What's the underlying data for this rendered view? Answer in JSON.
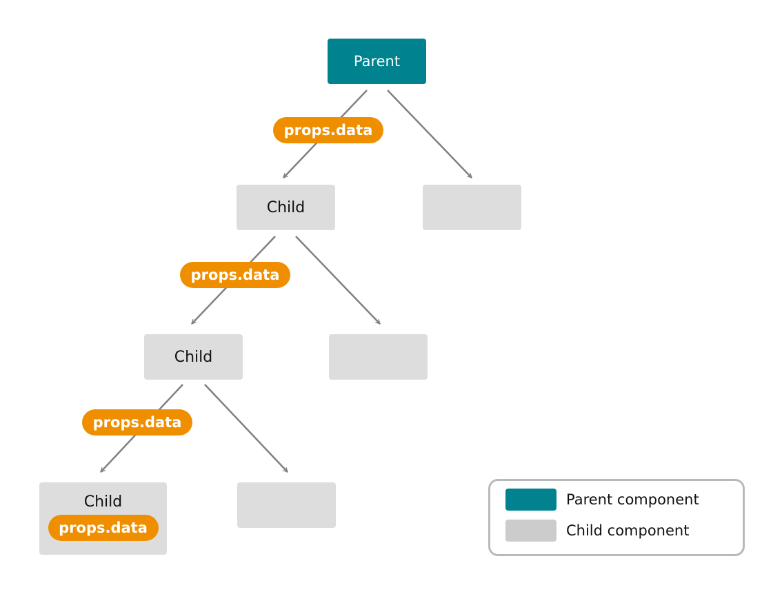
{
  "nodes": {
    "parent": {
      "label": "Parent"
    },
    "child_level1": {
      "label": "Child"
    },
    "child_level2": {
      "label": "Child"
    },
    "child_level3": {
      "label": "Child",
      "prop": "props.data"
    }
  },
  "edge_labels": {
    "level1": "props.data",
    "level2": "props.data",
    "level3": "props.data"
  },
  "legend": {
    "items": [
      {
        "label": "Parent component",
        "color": "#00838f"
      },
      {
        "label": "Child component",
        "color": "#cccccc"
      }
    ]
  },
  "colors": {
    "parent": "#00838f",
    "child": "#dddddd",
    "prop_pill": "#ef8f00",
    "connector": "#808080"
  }
}
